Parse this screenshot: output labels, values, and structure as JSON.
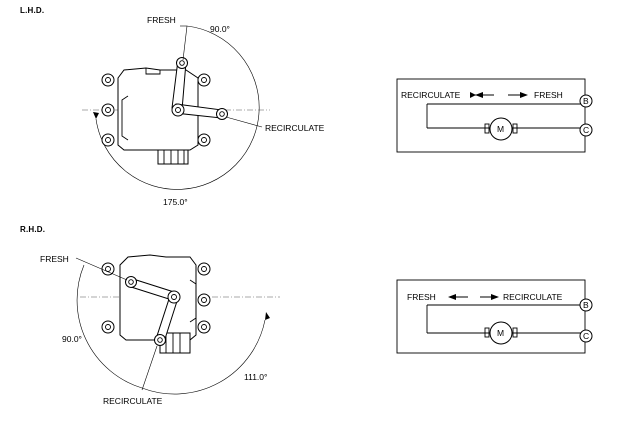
{
  "lhd": {
    "section_label": "L.H.D.",
    "fresh_label": "FRESH",
    "recirculate_label": "RECIRCULATE",
    "angle_upper": "90.0°",
    "angle_lower": "175.0°",
    "circuit": {
      "left_label": "RECIRCULATE",
      "right_label": "FRESH",
      "terminal_top": "B",
      "terminal_bottom": "C",
      "motor": "M"
    }
  },
  "rhd": {
    "section_label": "R.H.D.",
    "fresh_label": "FRESH",
    "recirculate_label": "RECIRCULATE",
    "angle_left": "90.0°",
    "angle_right": "111.0°",
    "circuit": {
      "left_label": "FRESH",
      "right_label": "RECIRCULATE",
      "terminal_top": "B",
      "terminal_bottom": "C",
      "motor": "M"
    }
  }
}
